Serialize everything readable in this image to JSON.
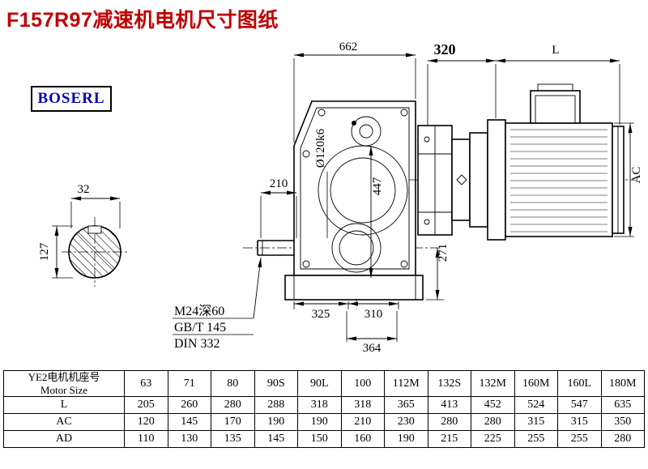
{
  "page": {
    "title": "F157R97减速机电机尺寸图纸"
  },
  "logo": {
    "text": "BOSERL"
  },
  "drawing": {
    "dim_662": "662",
    "dim_320": "320",
    "dim_L": "L",
    "dim_32": "32",
    "dim_127": "127",
    "dim_shaft": "Ø120k6",
    "dim_210": "210",
    "dim_447": "447",
    "dim_271": "271",
    "dim_325": "325",
    "dim_310": "310",
    "dim_364": "364",
    "dim_AC": "AC",
    "note_line1": "M24深60",
    "note_line2": "GB/T 145",
    "note_line3": "DIN 332"
  },
  "colors": {
    "title_red": "#c00000",
    "logo_blue": "#0000b0",
    "line_black": "#000000"
  },
  "table": {
    "header_cn": "YE2电机机座号",
    "header_en": "Motor Size",
    "sizes": [
      "63",
      "71",
      "80",
      "90S",
      "90L",
      "100",
      "112M",
      "132S",
      "132M",
      "160M",
      "160L",
      "180M"
    ],
    "rows": [
      {
        "label": "L",
        "values": [
          "205",
          "260",
          "280",
          "288",
          "318",
          "318",
          "365",
          "413",
          "452",
          "524",
          "547",
          "635"
        ]
      },
      {
        "label": "AC",
        "values": [
          "120",
          "145",
          "170",
          "190",
          "190",
          "210",
          "230",
          "280",
          "280",
          "315",
          "315",
          "350"
        ]
      },
      {
        "label": "AD",
        "values": [
          "110",
          "130",
          "135",
          "145",
          "150",
          "160",
          "190",
          "215",
          "225",
          "255",
          "255",
          "280"
        ]
      }
    ]
  }
}
